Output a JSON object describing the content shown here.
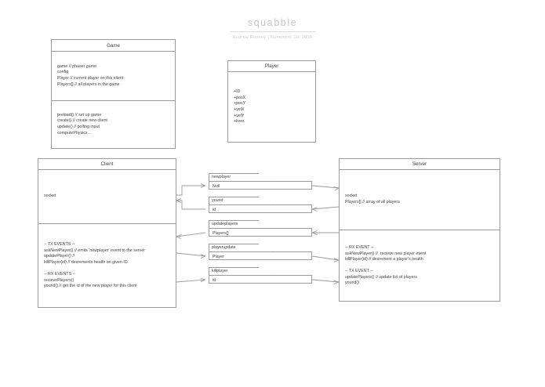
{
  "document": {
    "title": "squabble",
    "subtitle": "Andrew Rooney  |  November 10, 2018"
  },
  "classes": {
    "game": {
      "name": "Game",
      "attributes": [
        "game // phaser game",
        "config",
        "Player // current player on this client",
        "Players[] // all players in the game"
      ],
      "methods": [
        "preload() // set up game",
        "create() // create new client",
        "update() // polling input",
        "computePhysics..."
      ]
    },
    "player": {
      "name": "Player",
      "attributes": [
        "+ID",
        "+posX",
        "+posY",
        "+velX",
        "+velY",
        "+lives"
      ]
    },
    "client": {
      "name": "Client",
      "attributes": [
        "socket"
      ],
      "methods": [
        "-- TX EVENTS --",
        "askNewPlayer() // emits 'newplayer' event to the server",
        "updatePlayer() //",
        "killPlayer(id) // decrements health on given ID",
        "",
        "-- RX EVENTS --",
        "recievePlayers()",
        "yourid() // get the id of the new player for this client"
      ]
    },
    "server": {
      "name": "Server",
      "attributes": [
        "socket",
        "Players[] // array of all players"
      ],
      "methods": [
        "-- RX EVENT --",
        "askNewPlayer() //  recieve new player event",
        "killPlayer(id) // decrement a player's health",
        "",
        "-- TX EVENT --",
        "updatePlayers() // update list of players",
        "yourid()"
      ]
    }
  },
  "messages": [
    {
      "event": "newplayer",
      "payload": "Null",
      "direction": "client-to-server"
    },
    {
      "event": "yourid",
      "payload": "id",
      "direction": "server-to-client"
    },
    {
      "event": "updateplayers",
      "payload": "Players[]",
      "direction": "server-to-client"
    },
    {
      "event": "playerupdate",
      "payload": "Player",
      "direction": "client-to-server"
    },
    {
      "event": "killplayer",
      "payload": "id",
      "direction": "client-to-server"
    }
  ],
  "colors": {
    "stroke": "#9b9b9b",
    "text": "#3f3f3f",
    "title": "#c6c6c6",
    "background": "#ffffff"
  }
}
